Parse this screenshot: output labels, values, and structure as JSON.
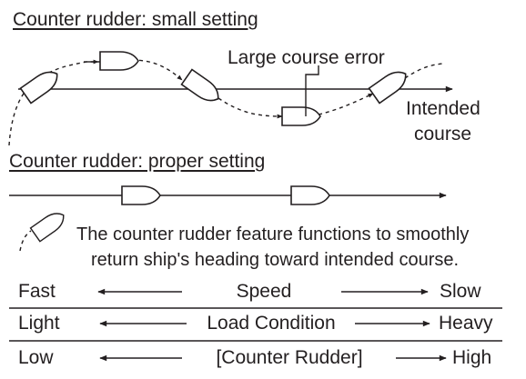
{
  "small_setting": {
    "heading": "Counter rudder: small setting",
    "course_error_label": "Large course error",
    "intended_course_label_1": "Intended",
    "intended_course_label_2": "course"
  },
  "proper_setting": {
    "heading": "Counter rudder: proper setting"
  },
  "explanation": {
    "line1": "The counter rudder feature functions to smoothly",
    "line2": "return ship's heading toward intended course."
  },
  "scales": [
    {
      "left": "Fast",
      "middle": "Speed",
      "right": "Slow"
    },
    {
      "left": "Light",
      "middle": "Load Condition",
      "right": "Heavy"
    },
    {
      "left": "Low",
      "middle": "[Counter Rudder]",
      "right": "High"
    }
  ],
  "colors": {
    "ink": "#231f20",
    "background": "#ffffff"
  }
}
